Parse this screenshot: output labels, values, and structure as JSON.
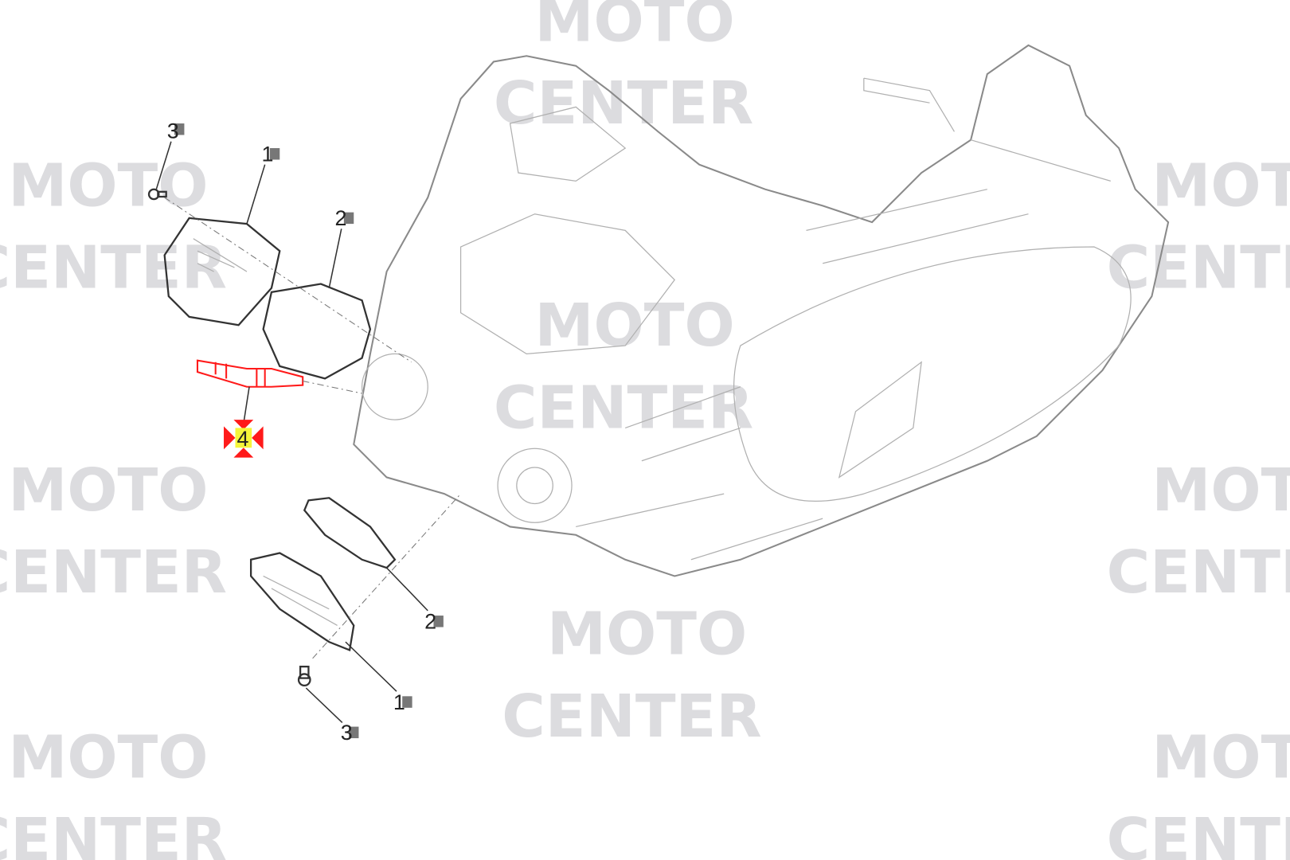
{
  "watermark": {
    "line1": "MOTO",
    "line2": "CENTER"
  },
  "callouts": [
    {
      "label": "3",
      "part": "screw"
    },
    {
      "label": "1",
      "part": "cover"
    },
    {
      "label": "2",
      "part": "gasket"
    },
    {
      "label": "4",
      "part": "spark-plug",
      "highlighted": true
    },
    {
      "label": "2",
      "part": "gasket"
    },
    {
      "label": "1",
      "part": "cover"
    },
    {
      "label": "3",
      "part": "screw"
    }
  ],
  "colors": {
    "highlight": "#ff1a1a",
    "badge": "#f5f53a",
    "watermark": "#dcdcdf",
    "line": "#333333"
  }
}
